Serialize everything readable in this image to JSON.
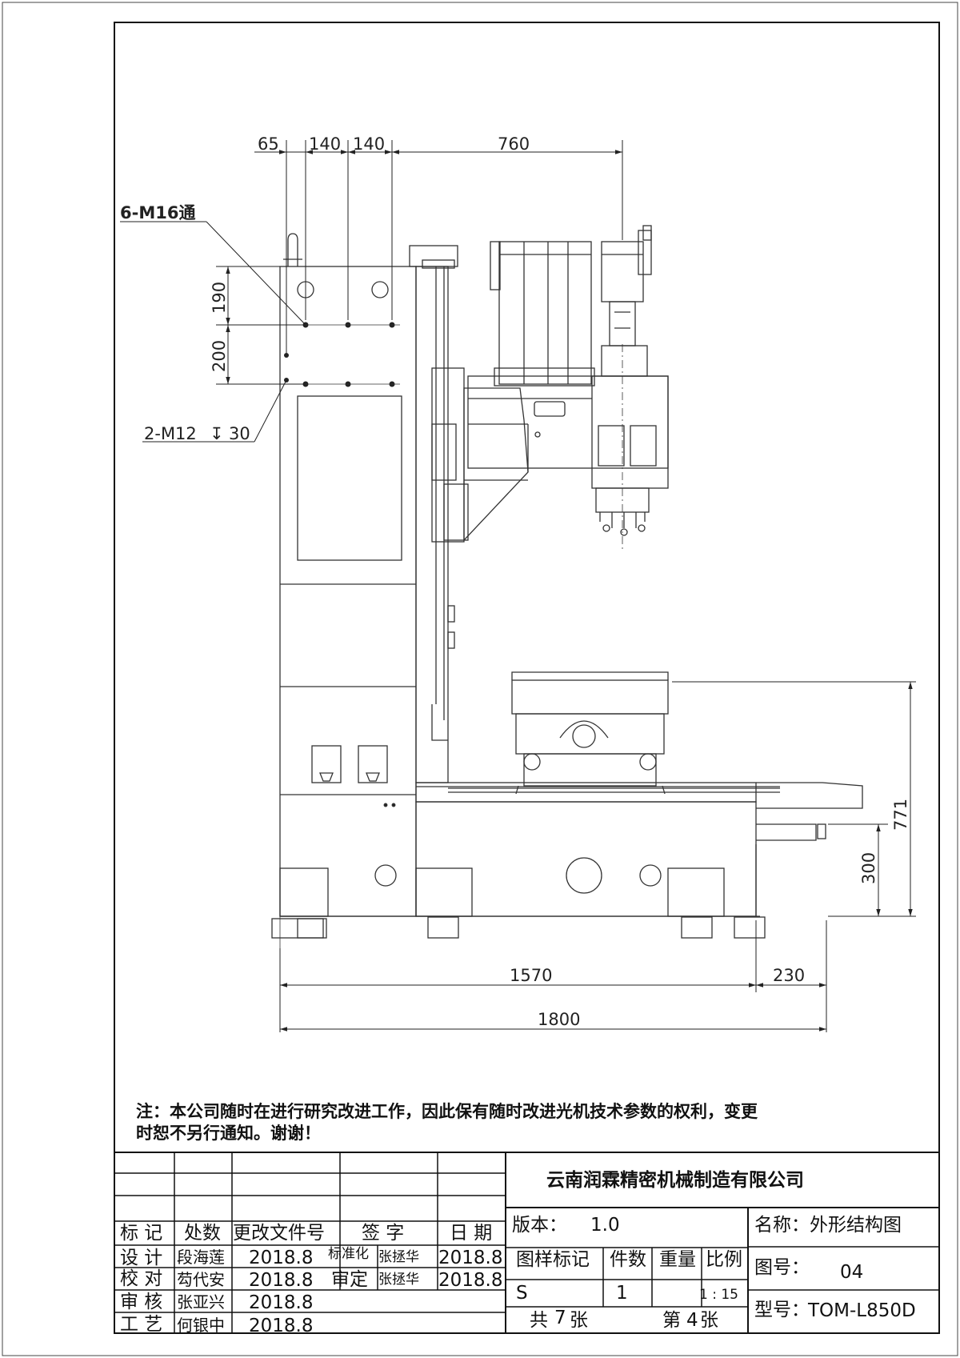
{
  "drawing": {
    "dimensions": {
      "top_65": "65",
      "top_140a": "140",
      "top_140b": "140",
      "top_760": "760",
      "left_190": "190",
      "left_200": "200",
      "right_771": "771",
      "right_300": "300",
      "bottom_1570": "1570",
      "bottom_230": "230",
      "bottom_1800": "1800"
    },
    "callouts": {
      "holes_m16": "6-M16通",
      "holes_m12": "2-M12",
      "holes_m12_depth_symbol": "↧",
      "holes_m12_depth": "30"
    }
  },
  "note": {
    "line1": "注：本公司随时在进行研究改进工作，因此保有随时改进光机技术参数的权利，变更",
    "line2": "时恕不另行通知。谢谢！"
  },
  "title_block": {
    "company": "云南润霖精密机械制造有限公司",
    "headers": {
      "mark": "标 记",
      "places": "处数",
      "change_doc": "更改文件号",
      "signature": "签 字",
      "date": "日 期"
    },
    "rows": [
      {
        "role": "设 计",
        "name": "段海莲",
        "date": "2018.8"
      },
      {
        "role": "校 对",
        "name": "芶代安",
        "date": "2018.8"
      },
      {
        "role": "审 核",
        "name": "张亚兴",
        "date": "2018.8"
      },
      {
        "role": "工 艺",
        "name": "何银中",
        "date": "2018.8"
      }
    ],
    "standardization": {
      "label": "标准化",
      "name": "张拯华",
      "date": "2018.8"
    },
    "approval": {
      "label": "审定",
      "name": "张拯华",
      "date": "2018.8"
    },
    "version_label": "版本：",
    "version": "1.0",
    "name_label": "名称：外形结构图",
    "drawing_no_label": "图号：",
    "drawing_no": "04",
    "model_label": "型号：",
    "model": "TOM-L850D",
    "cols": {
      "mark": "图样标记",
      "qty": "件数",
      "weight": "重量",
      "scale": "比例"
    },
    "values": {
      "mark": "S",
      "qty": "1",
      "weight": "",
      "scale": "1 : 15"
    },
    "total_prefix": "共",
    "total_sheets": "7",
    "total_suffix": "张",
    "sheet_prefix": "第",
    "sheet_no": "4",
    "sheet_suffix": "张"
  }
}
